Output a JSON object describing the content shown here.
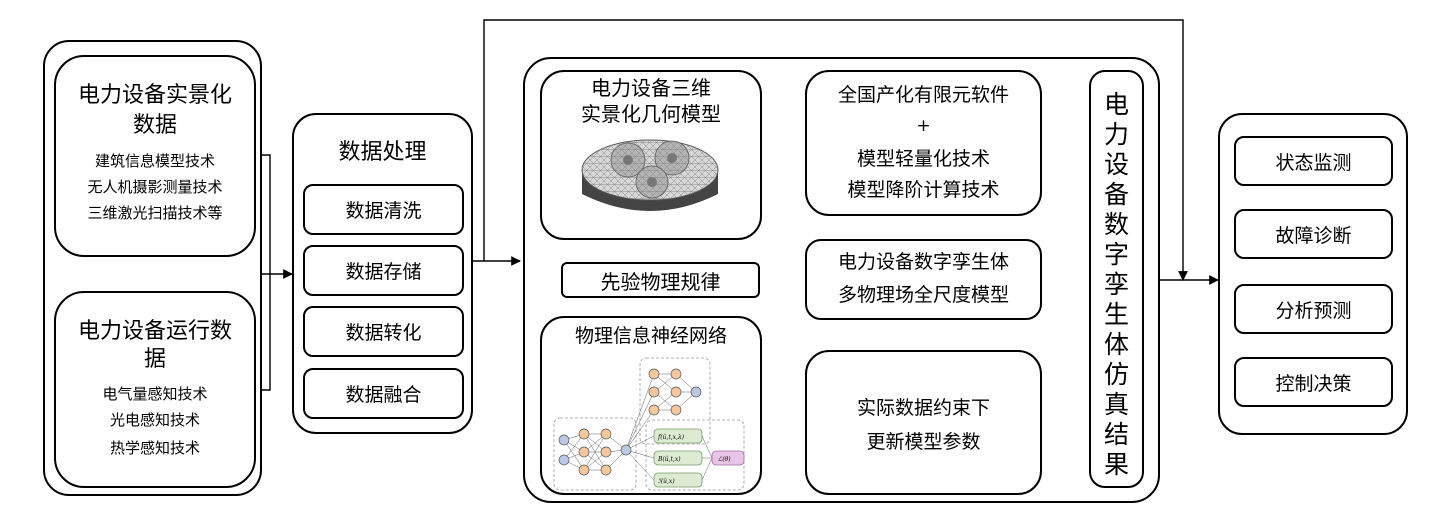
{
  "colors": {
    "stroke": "#000000",
    "nn_node_orange": "#f4c79c",
    "nn_node_blue": "#b9c8e6",
    "nn_box_green": "#dcebd2",
    "nn_box_pink": "#e8c4e8",
    "mesh_dark": "#3a3a3a"
  },
  "source": {
    "realscene": {
      "title_lines": [
        "电力设备实景化",
        "数据"
      ],
      "items": [
        "建筑信息模型技术",
        "无人机摄影测量技术",
        "三维激光扫描技术等"
      ]
    },
    "operation": {
      "title_lines": [
        "电力设备运行数",
        "据"
      ],
      "items": [
        "电气量感知技术",
        "光电感知技术",
        "热学感知技术"
      ]
    }
  },
  "processing": {
    "title": "数据处理",
    "steps": [
      "数据清洗",
      "数据存储",
      "数据转化",
      "数据融合"
    ]
  },
  "modeling": {
    "geometry_model_lines": [
      "电力设备三维",
      "实景化几何模型"
    ],
    "fem_lines": [
      "全国产化有限元软件",
      "+",
      "模型轻量化技术",
      "模型降阶计算技术"
    ],
    "prior_physics": "先验物理规律",
    "twin_model_lines": [
      "电力设备数字孪生体",
      "多物理场全尺度模型"
    ],
    "pinn_title": "物理信息神经网络",
    "update_lines": [
      "实际数据约束下",
      "更新模型参数"
    ],
    "result_chars": [
      "电",
      "力",
      "设",
      "备",
      "数",
      "字",
      "孪",
      "生",
      "体",
      "仿",
      "真",
      "结",
      "果"
    ]
  },
  "nn_figure": {
    "labels": [
      "f(û,t,x,λ)",
      "B(û,t,x)",
      "ℐ(û,x)",
      "ℒ(θ)"
    ]
  },
  "applications": [
    "状态监测",
    "故障诊断",
    "分析预测",
    "控制决策"
  ]
}
